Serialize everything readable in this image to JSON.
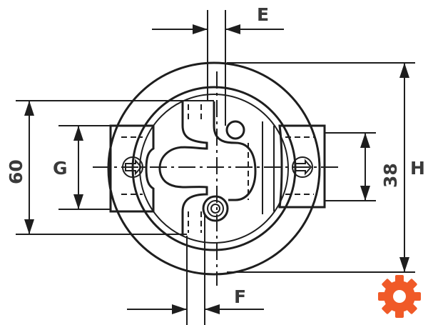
{
  "labels": {
    "e": "E",
    "f": "F",
    "g": "G",
    "h": "H",
    "d60": "60",
    "d38": "38"
  },
  "logo": {
    "name": "gear-icon",
    "color": "#f05a28"
  },
  "colors": {
    "line": "#1e1e1e",
    "label": "#3a3a3a",
    "background": "#ffffff"
  }
}
